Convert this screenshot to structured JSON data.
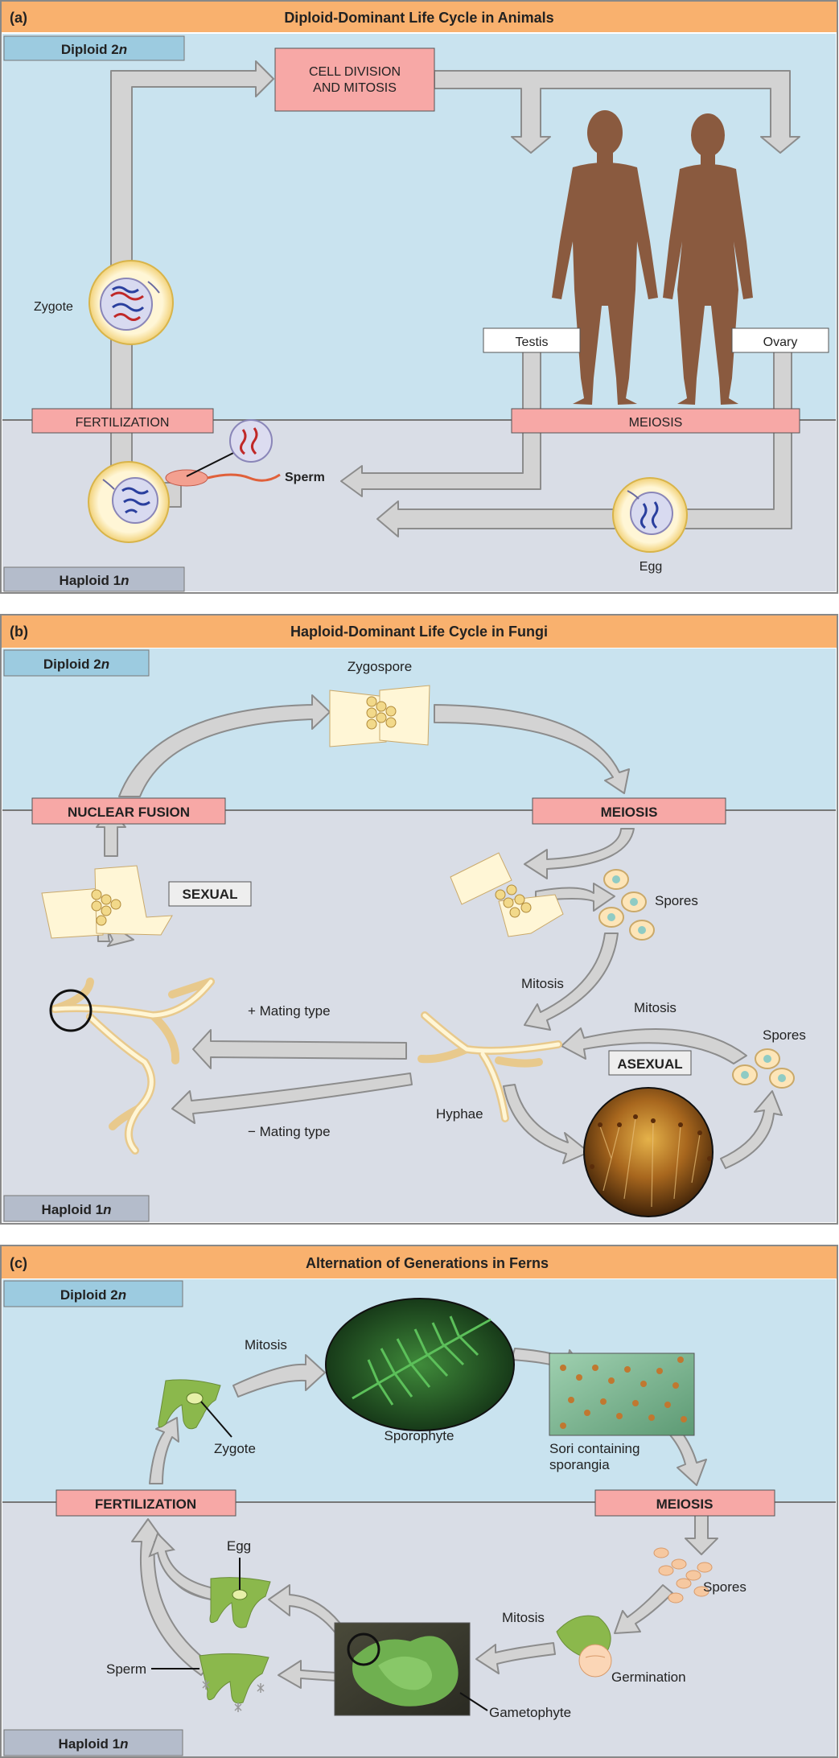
{
  "colors": {
    "header": "#f9b16e",
    "diploid_bg": "#c9e3ef",
    "haploid_bg": "#d9dde6",
    "pink_box": "#f7a8a6",
    "diploid_tag": "#9ccbe0",
    "haploid_tag": "#b4bccb",
    "arrow": "#d3d3d3",
    "human": "#8a5a3f"
  },
  "panel_a": {
    "letter": "(a)",
    "title": "Diploid-Dominant Life Cycle in Animals",
    "diploid_prefix": "Diploid 2",
    "haploid_prefix": "Haploid 1",
    "ploidy_var": "n",
    "cell_division_l1": "CELL DIVISION",
    "cell_division_l2": "AND MITOSIS",
    "zygote": "Zygote",
    "testis": "Testis",
    "ovary": "Ovary",
    "fertilization": "FERTILIZATION",
    "meiosis": "MEIOSIS",
    "sperm": "Sperm",
    "egg": "Egg"
  },
  "panel_b": {
    "letter": "(b)",
    "title": "Haploid-Dominant Life Cycle in Fungi",
    "diploid_prefix": "Diploid 2",
    "haploid_prefix": "Haploid 1",
    "ploidy_var": "n",
    "zygospore": "Zygospore",
    "nuclear_fusion": "NUCLEAR FUSION",
    "meiosis": "MEIOSIS",
    "sexual": "SEXUAL",
    "asexual": "ASEXUAL",
    "spores_1": "Spores",
    "spores_2": "Spores",
    "mitosis_1": "Mitosis",
    "mitosis_2": "Mitosis",
    "plus_mating": "+ Mating type",
    "minus_mating": "− Mating type",
    "hyphae": "Hyphae"
  },
  "panel_c": {
    "letter": "(c)",
    "title": "Alternation of Generations in Ferns",
    "diploid_prefix": "Diploid 2",
    "haploid_prefix": "Haploid 1",
    "ploidy_var": "n",
    "mitosis_1": "Mitosis",
    "zygote": "Zygote",
    "sporophyte": "Sporophyte",
    "sori_l1": "Sori containing",
    "sori_l2": "sporangia",
    "fertilization": "FERTILIZATION",
    "meiosis": "MEIOSIS",
    "egg": "Egg",
    "spores": "Spores",
    "mitosis_2": "Mitosis",
    "germination": "Germination",
    "sperm": "Sperm",
    "gametophyte": "Gametophyte"
  }
}
